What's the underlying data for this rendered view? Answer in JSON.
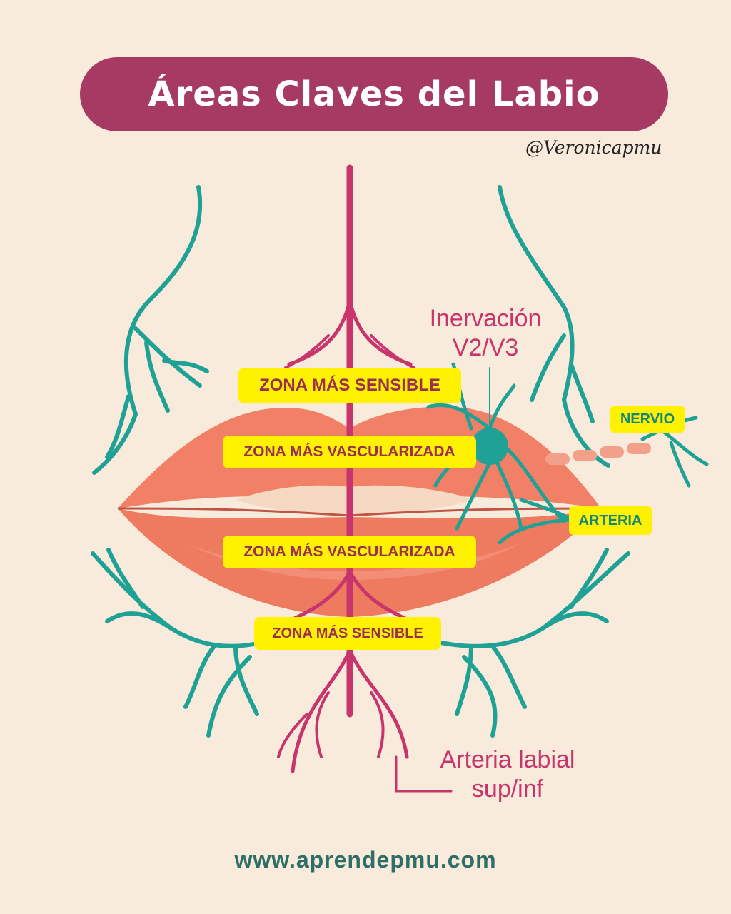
{
  "title": "Áreas Claves del Labio",
  "handle": "@Veronicapmu",
  "zones": {
    "upper_sensible": "ZONA MÁS SENSIBLE",
    "upper_vascular": "ZONA MÁS VASCULARIZADA",
    "lower_vascular": "ZONA MÁS VASCULARIZADA",
    "lower_sensible": "ZONA MÁS SENSIBLE"
  },
  "labels": {
    "inervacion_line1": "Inervación",
    "inervacion_line2": "V2/V3",
    "nervio": "NERVIO",
    "arteria": "ARTERIA",
    "arteria_labial_line1": "Arteria labial",
    "arteria_labial_line2": "sup/inf"
  },
  "website": "www.aprendepmu.com",
  "colors": {
    "background": "#F8EBDB",
    "title_pill": "#A63A63",
    "artery": "#C8356D",
    "nerve": "#1FA195",
    "highlight": "#FFF200",
    "lip": "#F28066",
    "nerve_fiber": "#F2A08A"
  },
  "icons": [
    "lips-illustration",
    "artery-branch-icon",
    "nerve-branch-icon",
    "neuron-icon"
  ]
}
